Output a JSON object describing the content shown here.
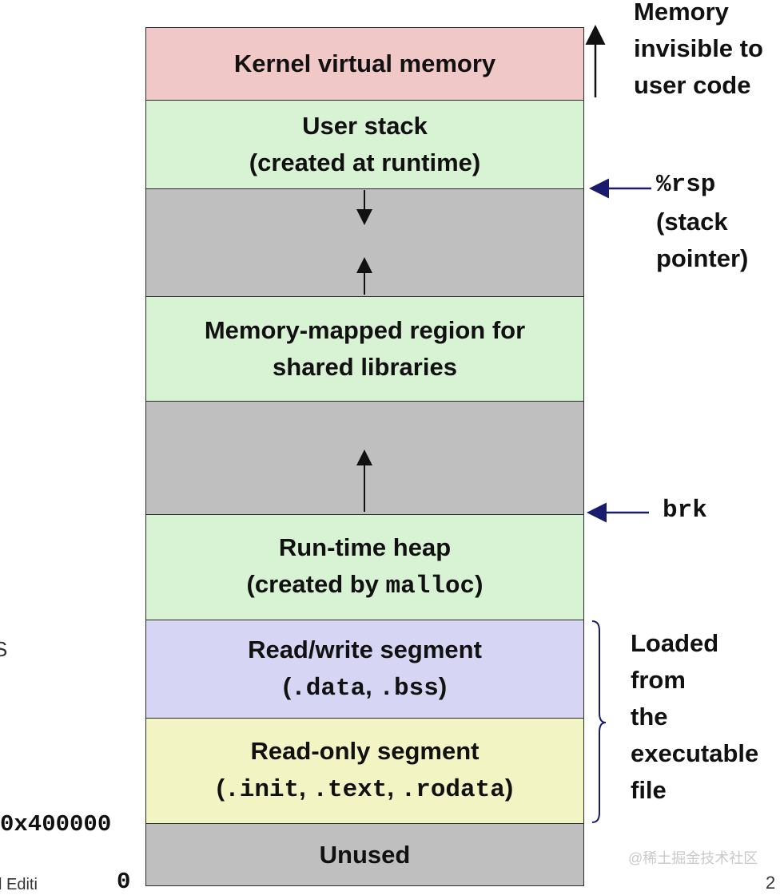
{
  "segments": {
    "kernel": {
      "line1": "Kernel virtual memory",
      "color": "#f0c8c8"
    },
    "user_stack": {
      "line1": "User stack",
      "line2": "(created at runtime)",
      "color": "#d8f2d4"
    },
    "gap_stack": {
      "color": "#bfbfbf"
    },
    "mmap": {
      "line1": "Memory-mapped region for",
      "line2": "shared libraries",
      "color": "#d8f2d4"
    },
    "gap_heap": {
      "color": "#bfbfbf"
    },
    "heap": {
      "line1": "Run-time heap",
      "line2_prefix": "(created by ",
      "line2_code": "malloc",
      "line2_suffix": ")",
      "color": "#d8f2d4"
    },
    "rw": {
      "line1": "Read/write segment",
      "line2_open": "(",
      "code1": ".data",
      "sep": ", ",
      "code2": ".bss",
      "line2_close": ")",
      "color": "#d6d6f4"
    },
    "ro": {
      "line1": "Read-only segment",
      "line2_open": "(",
      "code1": ".init",
      "sep1": ", ",
      "code2": ".text",
      "sep2": ", ",
      "code3": ".rodata",
      "line2_close": ")",
      "color": "#f3f4c4"
    },
    "unused": {
      "line1": "Unused",
      "color": "#bfbfbf"
    }
  },
  "annotations": {
    "kernel_note": [
      "Memory",
      "invisible to",
      "user code"
    ],
    "rsp": {
      "code": "%rsp",
      "line2": "(stack",
      "line3": "pointer)"
    },
    "brk": "brk",
    "loaded": [
      "Loaded",
      "from",
      "the",
      "executable",
      "file"
    ]
  },
  "addresses": {
    "text_start": "0x400000",
    "zero": "0"
  },
  "cut_text": {
    "left_s": "S",
    "bottom_left": "l Editi",
    "bottom_right": "2"
  },
  "watermark": "@稀土掘金技术社区",
  "colors": {
    "arrow_blue": "#1a1a6e",
    "border": "#2b2b2b"
  }
}
